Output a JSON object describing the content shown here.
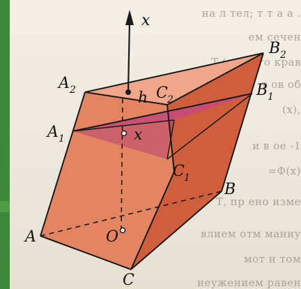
{
  "figure": {
    "axis_label": "x",
    "vertices": {
      "A": "A",
      "B": "B",
      "C": "C",
      "A1": "A",
      "A1_sub": "1",
      "A2": "A",
      "A2_sub": "2",
      "B1": "B",
      "B1_sub": "1",
      "B2": "B",
      "B2_sub": "2",
      "C1": "C",
      "C1_sub": "1",
      "C2": "C",
      "C2_sub": "2",
      "O": "O"
    },
    "point_labels": {
      "h": "h",
      "x": "x"
    }
  },
  "background_text": [
    "на л тел; т т а а .",
    "ем сечен",
    "Т (      енного крав",
    "      т  ов  об",
    "      (х),",
    "и в       ое   -1",
    "      =Φ(х)",
    "Т, пр       ено изме",
    "      влием отм      маниу",
    "      мот         н   том",
    "      неужением равен"
  ],
  "colors": {
    "frame": "#3c8838",
    "prism_face_light": "#e07e5e",
    "prism_face_dark": "#c85a3e",
    "prism_top": "#efa68a",
    "section": "#c8406e",
    "line": "#1a1a1a"
  }
}
